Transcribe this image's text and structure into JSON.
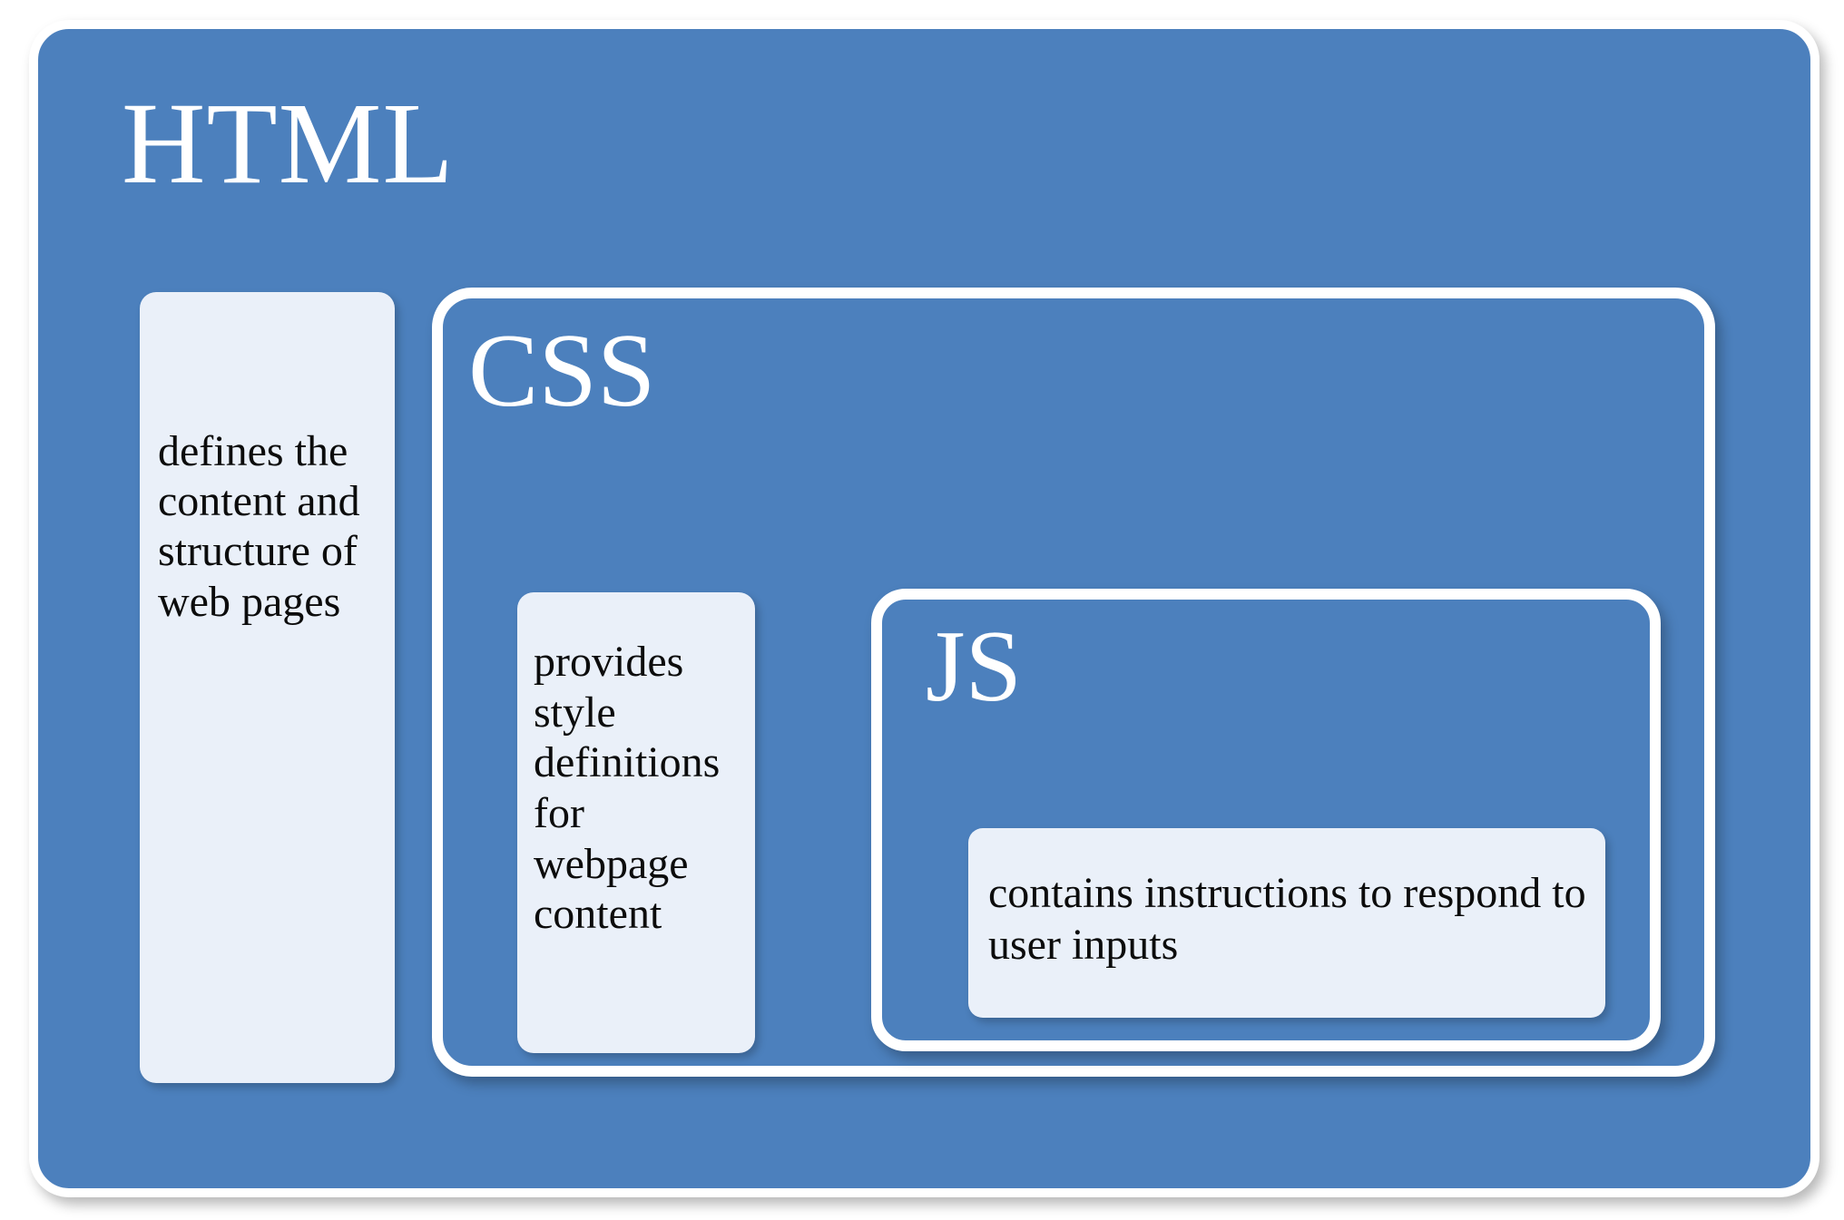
{
  "diagram": {
    "title": "HTML CSS JS nesting diagram",
    "colors": {
      "box_fill": "#4c80bd",
      "panel_fill": "#eaf0f9",
      "border": "#ffffff",
      "text_dark": "#0c0c0c",
      "text_light": "#ffffff",
      "page_background": "#ffffff"
    },
    "layers": [
      {
        "id": "html",
        "label": "HTML",
        "description": "defines the content and structure of web pages"
      },
      {
        "id": "css",
        "label": "CSS",
        "description": "provides style definitions for webpage content"
      },
      {
        "id": "js",
        "label": "JS",
        "description": "contains instructions to respond to user inputs"
      }
    ]
  }
}
